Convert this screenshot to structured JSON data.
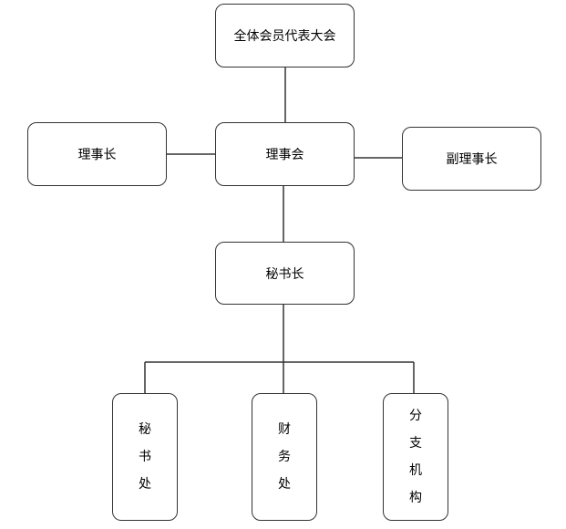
{
  "chart": {
    "top": "全体会员代表大会",
    "council": "理事会",
    "chairman": "理事长",
    "vice_chairman": "副理事长",
    "secretary_general": "秘书长",
    "branches": [
      {
        "chars": [
          "秘",
          "书",
          "处"
        ]
      },
      {
        "chars": [
          "财",
          "务",
          "处"
        ]
      },
      {
        "chars": [
          "分",
          "支",
          "机",
          "构"
        ]
      }
    ]
  }
}
